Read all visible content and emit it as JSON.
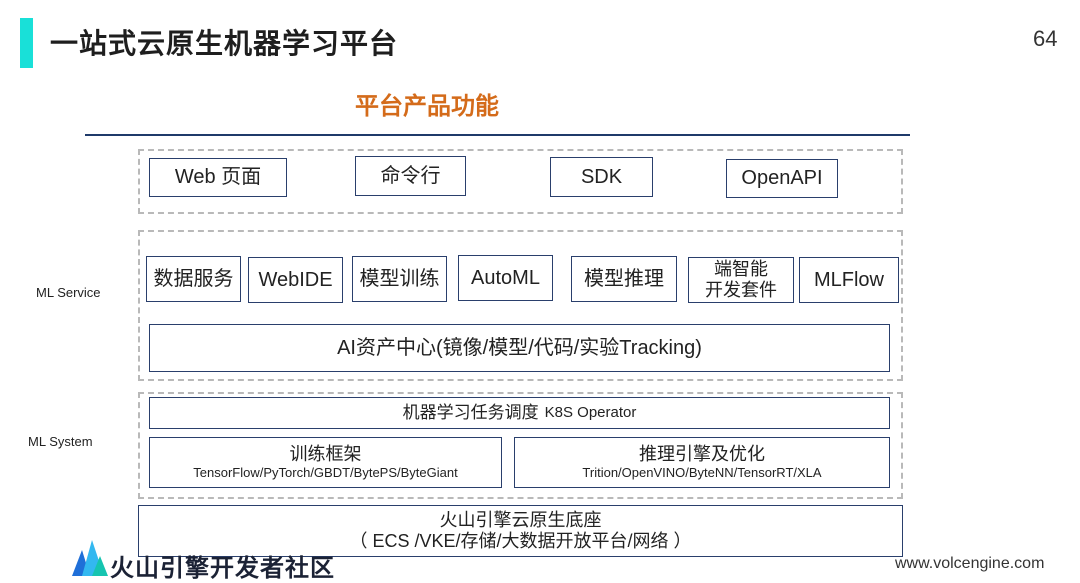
{
  "header": {
    "title": "一站式云原生机器学习平台",
    "page_number": "64"
  },
  "section": {
    "heading": "平台产品功能"
  },
  "access_layer": {
    "items": [
      "Web 页面",
      "命令行",
      "SDK",
      "OpenAPI"
    ]
  },
  "ml_service": {
    "label": "ML Service",
    "modules": [
      "数据服务",
      "WebIDE",
      "模型训练",
      "AutoML",
      "模型推理",
      "端智能",
      "开发套件",
      "MLFlow"
    ],
    "asset_center": "AI资产中心(镜像/模型/代码/实验Tracking)"
  },
  "ml_system": {
    "label": "ML System",
    "scheduler_main": "机器学习任务调度",
    "scheduler_sub": "K8S Operator",
    "training": {
      "title": "训练框架",
      "frameworks": "TensorFlow/PyTorch/GBDT/BytePS/ByteGiant"
    },
    "inference": {
      "title": "推理引擎及优化",
      "engines": "Trition/OpenVINO/ByteNN/TensorRT/XLA"
    }
  },
  "base": {
    "title": "火山引擎云原生底座",
    "detail": "（ ECS /VKE/存储/大数据开放平台/网络 ）"
  },
  "footer": {
    "logo_text": "火山引擎开发者社区",
    "url": "www.volcengine.com"
  },
  "colors": {
    "accent": "#19e0d8",
    "heading": "#d46b1a",
    "box_border": "#2a3f6c",
    "divider": "#1f3a6a"
  }
}
